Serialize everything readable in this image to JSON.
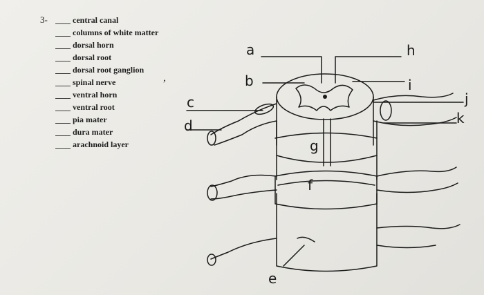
{
  "question": {
    "number": "3-"
  },
  "terms": [
    {
      "label": "central canal"
    },
    {
      "label": "columns of white matter"
    },
    {
      "label": "dorsal horn"
    },
    {
      "label": "dorsal root"
    },
    {
      "label": "dorsal root ganglion"
    },
    {
      "label": "spinal nerve"
    },
    {
      "label": "ventral horn"
    },
    {
      "label": "ventral root"
    },
    {
      "label": "pia mater"
    },
    {
      "label": "dura mater"
    },
    {
      "label": "arachnoid layer"
    }
  ],
  "diagram": {
    "letters": [
      "a",
      "b",
      "c",
      "d",
      "e",
      "f",
      "g",
      "h",
      "i",
      "j",
      "k"
    ]
  }
}
